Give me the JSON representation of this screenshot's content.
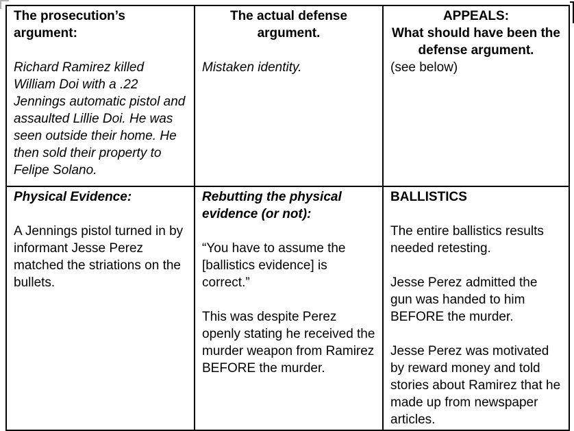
{
  "colors": {
    "border": "#000000",
    "text": "#000000",
    "handle_gray": "#b3b3b3",
    "background": "#ffffff"
  },
  "table": {
    "cells": {
      "r1c1": {
        "heading": "The prosecution’s argument:",
        "body": "Richard Ramirez killed William Doi with a .22 Jennings automatic pistol and assaulted Lillie Doi. He was seen outside their home. He then sold their property to Felipe Solano."
      },
      "r1c2": {
        "heading": "The actual defense argument.",
        "body": "Mistaken identity."
      },
      "r1c3": {
        "heading_line1": "APPEALS:",
        "heading_line2": "What should have been the defense argument.",
        "note": "(see below)"
      },
      "r2c1": {
        "heading": "Physical Evidence:",
        "body": "A Jennings pistol turned in by informant Jesse Perez matched the striations on the bullets."
      },
      "r2c2": {
        "heading": "Rebutting the physical evidence (or not):",
        "p1": "“You have to assume the [ballistics evidence] is correct.”",
        "p2": "This was despite Perez openly stating he received the murder weapon from Ramirez BEFORE the murder."
      },
      "r2c3": {
        "heading": "BALLISTICS",
        "p1": "The entire ballistics results needed retesting.",
        "p2": "Jesse Perez admitted the gun was handed to him BEFORE the murder.",
        "p3": "Jesse Perez was motivated by reward money and told stories about Ramirez that he made up from newspaper articles."
      }
    }
  }
}
